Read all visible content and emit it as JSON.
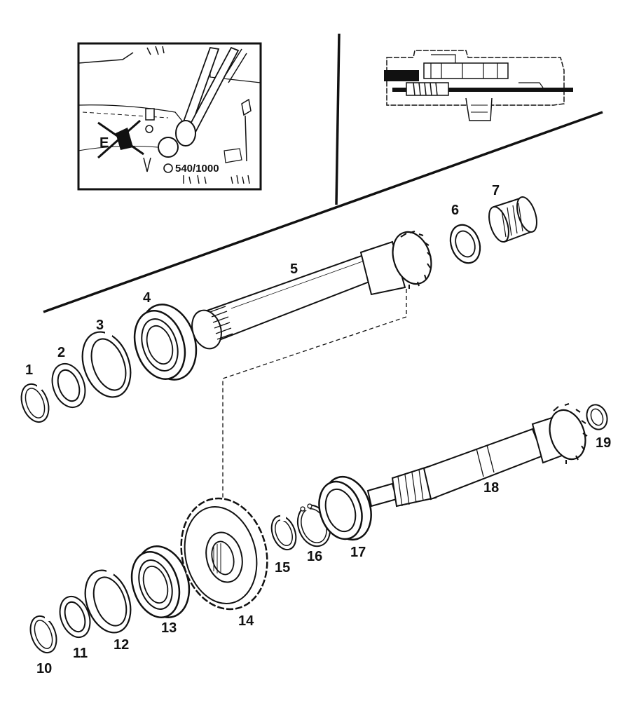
{
  "inset_left": {
    "speed_label": "540/1000",
    "crossed_mark_label": "E"
  },
  "callouts": [
    {
      "id": 1,
      "label": "1"
    },
    {
      "id": 2,
      "label": "2"
    },
    {
      "id": 3,
      "label": "3"
    },
    {
      "id": 4,
      "label": "4"
    },
    {
      "id": 5,
      "label": "5"
    },
    {
      "id": 6,
      "label": "6"
    },
    {
      "id": 7,
      "label": "7"
    },
    {
      "id": 10,
      "label": "10"
    },
    {
      "id": 11,
      "label": "11"
    },
    {
      "id": 12,
      "label": "12"
    },
    {
      "id": 13,
      "label": "13"
    },
    {
      "id": 14,
      "label": "14"
    },
    {
      "id": 15,
      "label": "15"
    },
    {
      "id": 16,
      "label": "16"
    },
    {
      "id": 17,
      "label": "17"
    },
    {
      "id": 18,
      "label": "18"
    },
    {
      "id": 19,
      "label": "19"
    }
  ],
  "colors": {
    "ink": "#111111",
    "paper": "#ffffff"
  }
}
